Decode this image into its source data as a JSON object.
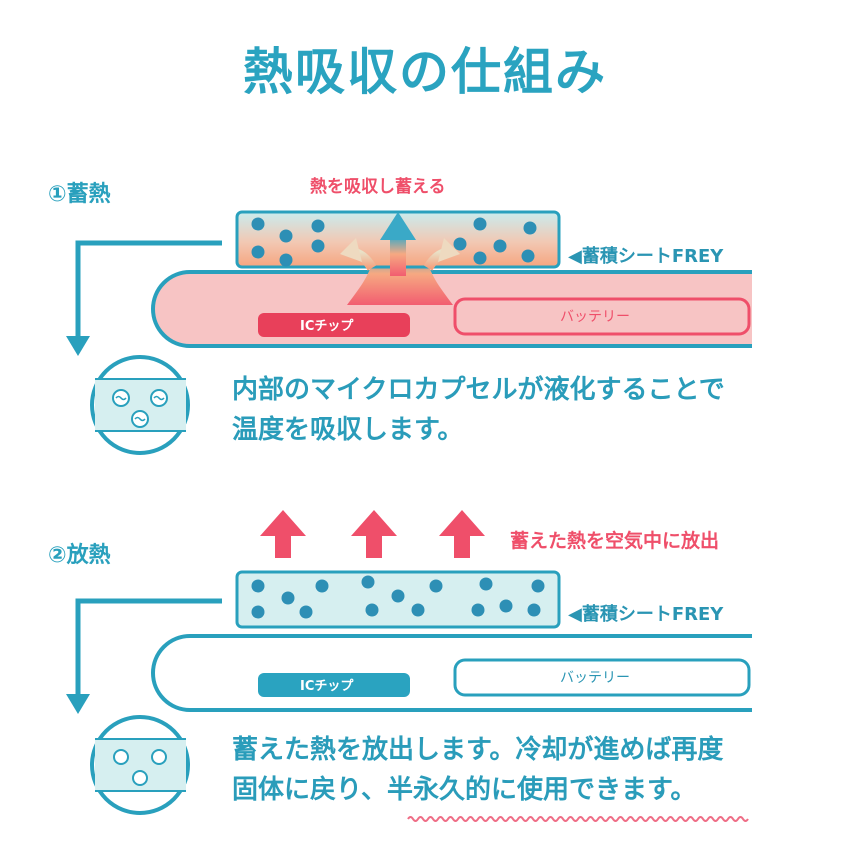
{
  "title": "熱吸収の仕組み",
  "section1": {
    "step_label": "①蓄熱",
    "heat_label": "熱を吸収し蓄える",
    "sheet_label": "◀蓄積シートFREY",
    "chip_label": "ICチップ",
    "battery_label": "バッテリー",
    "desc_line1": "内部のマイクロカプセルが液化することで",
    "desc_line2": "温度を吸収します。"
  },
  "section2": {
    "step_label": "②放熱",
    "release_label": "蓄えた熱を空気中に放出",
    "sheet_label": "◀蓄積シートFREY",
    "chip_label": "ICチップ",
    "battery_label": "バッテリー",
    "desc_line1": "蓄えた熱を放出します。冷却が進めば再度",
    "desc_line2": "固体に戻り、半永久的に使用できます。"
  },
  "colors": {
    "accent_blue": "#29a0bd",
    "accent_red": "#ef4f6a",
    "device_pink": "#f7c4c4",
    "sheet_light": "#d6eff0",
    "dot_blue": "#2d8fb5"
  }
}
